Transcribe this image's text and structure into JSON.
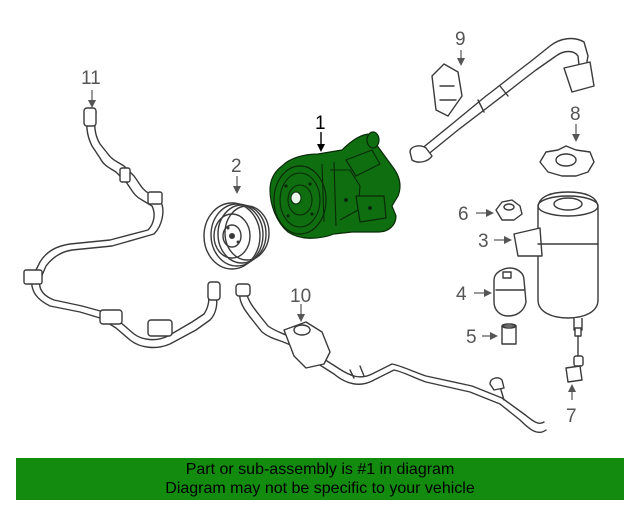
{
  "callouts": {
    "c1": "1",
    "c2": "2",
    "c3": "3",
    "c4": "4",
    "c5": "5",
    "c6": "6",
    "c7": "7",
    "c8": "8",
    "c9": "9",
    "c10": "10",
    "c11": "11"
  },
  "banner": {
    "line1": "Part or sub-assembly is #1 in diagram",
    "line2": "Diagram may not be specific to your vehicle"
  },
  "colors": {
    "highlight": "#138b0f",
    "banner": "#138b0f"
  }
}
